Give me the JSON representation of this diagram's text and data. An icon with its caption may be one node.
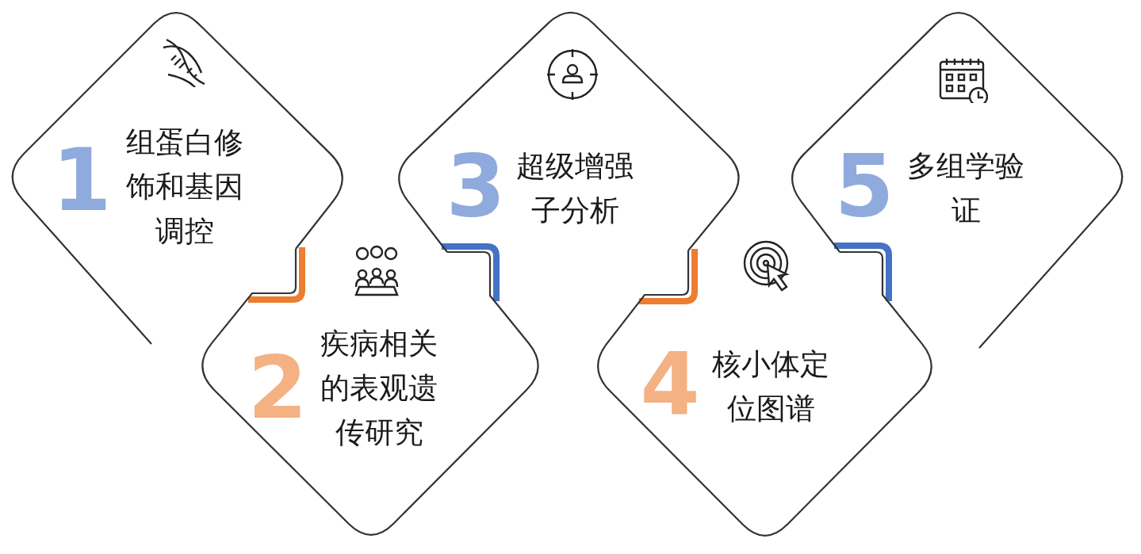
{
  "diagram": {
    "nodes": [
      {
        "text": [
          "1",
          "组蛋白修饰和基因调控"
        ]
      },
      {
        "text": [
          "2",
          "疾病相关的表观遗传研究"
        ]
      },
      {
        "text": [
          "3",
          "超级增强子分析"
        ]
      },
      {
        "text": [
          "4",
          "核小体定位图谱"
        ]
      },
      {
        "text": [
          "5",
          "多组学验证"
        ]
      }
    ],
    "edges": [
      {
        "from": 0,
        "to": 1,
        "arrow": "none",
        "color": "#ed7d31"
      },
      {
        "from": 1,
        "to": 2,
        "arrow": "none",
        "color": "#4472c4"
      },
      {
        "from": 2,
        "to": 3,
        "arrow": "none",
        "color": "#ed7d31"
      },
      {
        "from": 3,
        "to": 4,
        "arrow": "none",
        "color": "#4472c4"
      }
    ]
  }
}
